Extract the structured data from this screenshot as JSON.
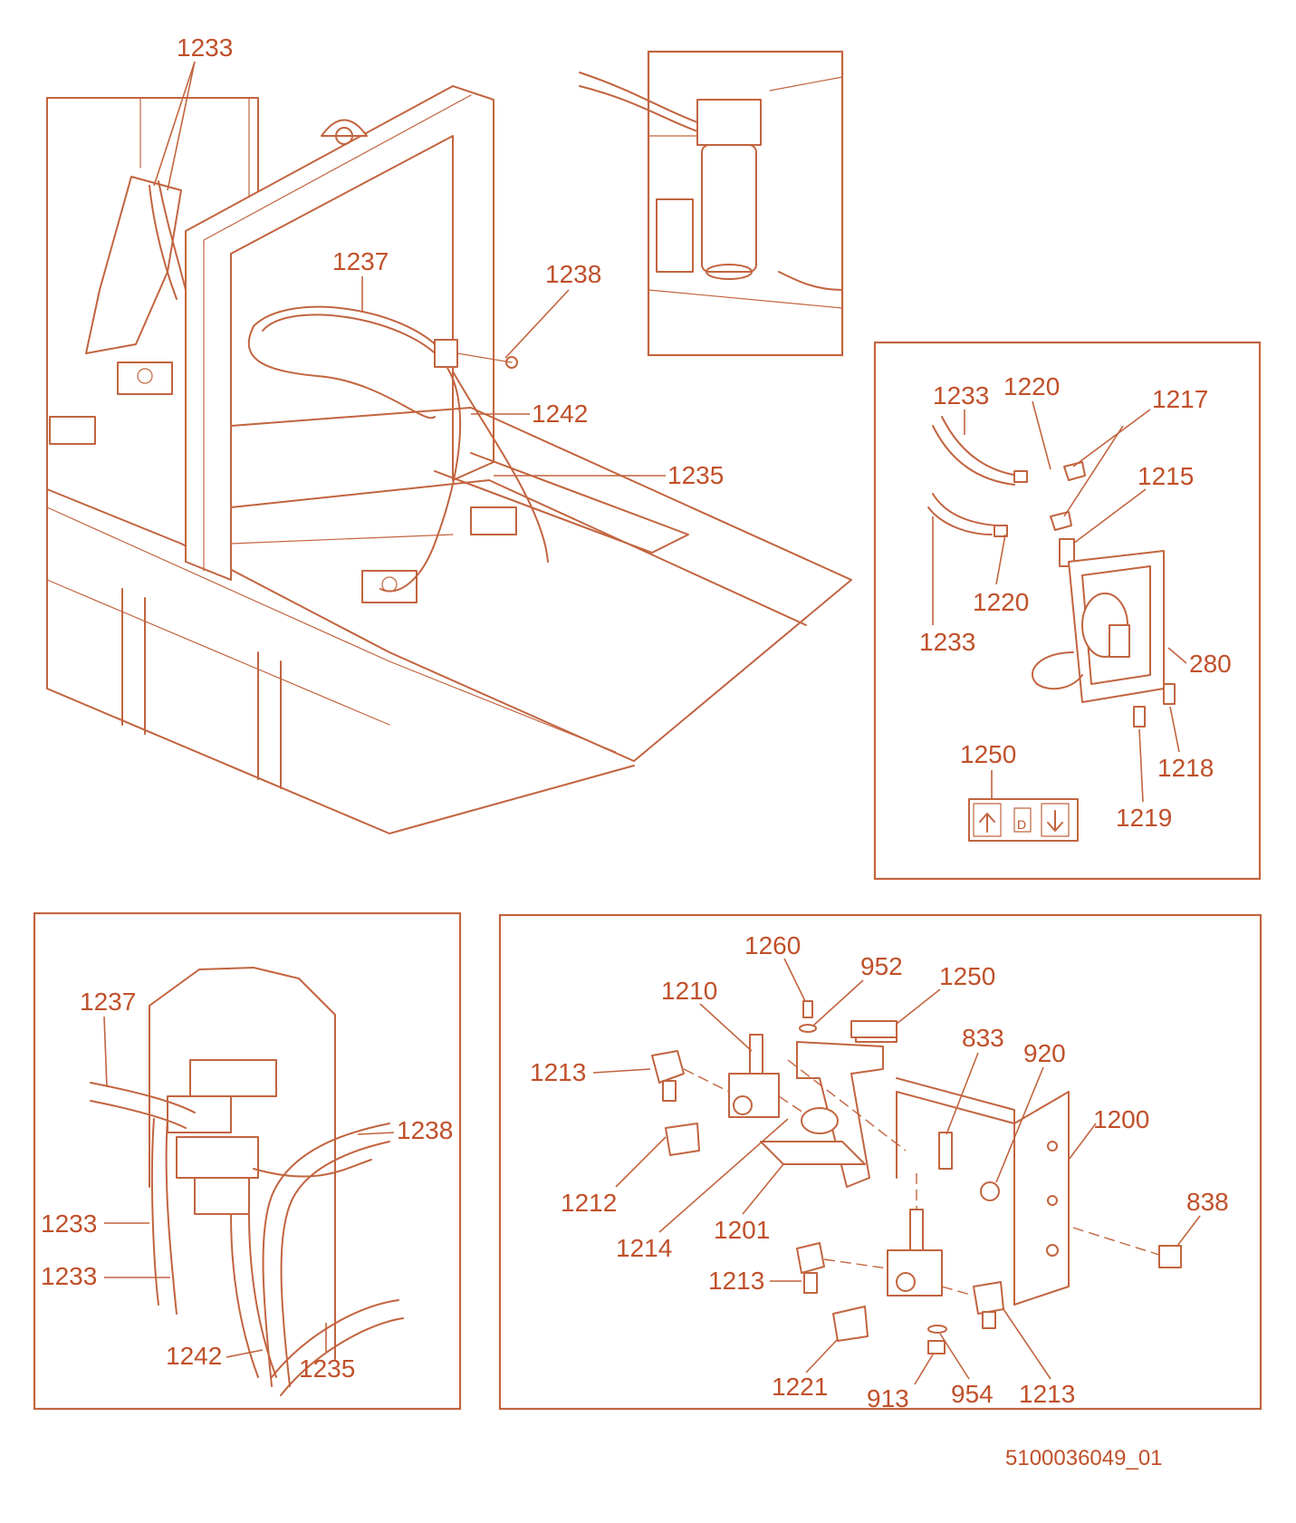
{
  "document_id": "5100036049_01",
  "colors": {
    "line": "#c2643f",
    "text": "#c0502a",
    "background": "#ffffff"
  },
  "views": {
    "main": {
      "labels": {
        "l1233": "1233",
        "l1237": "1237",
        "l1238": "1238",
        "l1242": "1242",
        "l1235": "1235"
      }
    },
    "tank": {
      "labels": {
        "l1233a": "1233",
        "l1220a": "1220",
        "l1217": "1217",
        "l1215": "1215",
        "l1220b": "1220",
        "l1233b": "1233",
        "l280": "280",
        "l1250": "1250",
        "l1218": "1218",
        "l1219": "1219"
      }
    },
    "hoses": {
      "labels": {
        "l1237": "1237",
        "l1238": "1238",
        "l1233a": "1233",
        "l1233b": "1233",
        "l1242": "1242",
        "l1235": "1235"
      }
    },
    "valves": {
      "labels": {
        "l1260": "1260",
        "l952": "952",
        "l1250": "1250",
        "l1210": "1210",
        "l833": "833",
        "l920": "920",
        "l1213a": "1213",
        "l1200": "1200",
        "l1212": "1212",
        "l1214": "1214",
        "l1201": "1201",
        "l838": "838",
        "l1213b": "1213",
        "l1221": "1221",
        "l913": "913",
        "l954": "954",
        "l1213c": "1213"
      }
    }
  },
  "icons": [
    "fill-up-arrow-icon",
    "fuel-pump-d-icon",
    "drain-down-arrow-icon"
  ]
}
